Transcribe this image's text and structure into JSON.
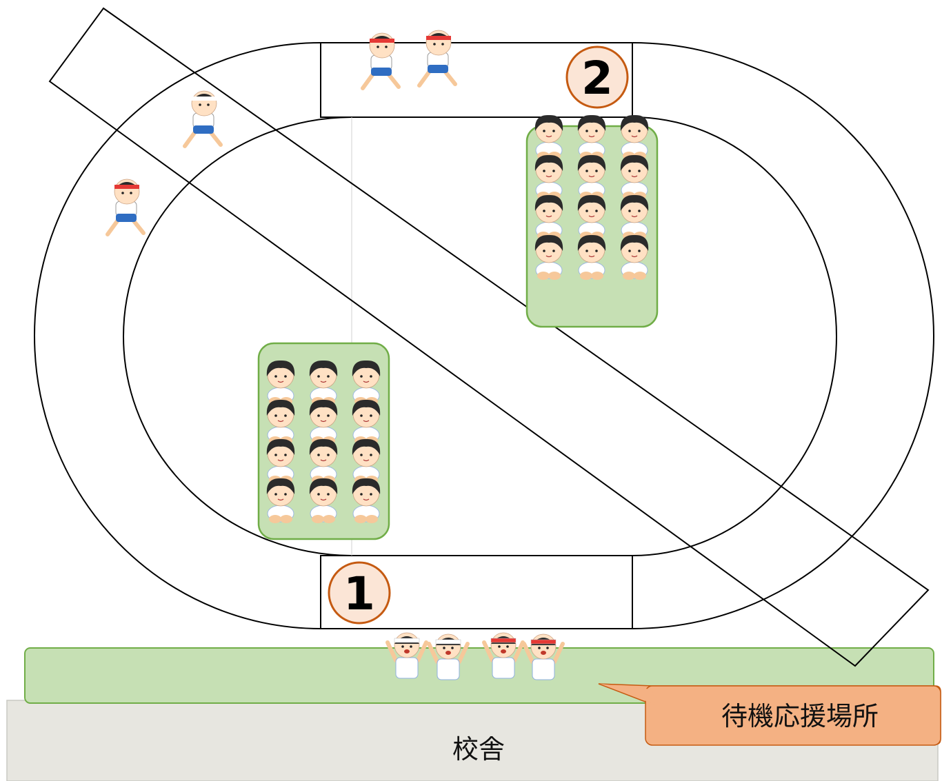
{
  "markers": {
    "one": "1",
    "two": "2"
  },
  "labels": {
    "waiting_area": "待機応援場所",
    "school_building": "校舎"
  },
  "colors": {
    "track_line": "#000000",
    "group_fill": "#c6e0b4",
    "group_border": "#70ad47",
    "marker_fill": "#fbe5d6",
    "marker_border": "#c55a11",
    "callout_fill": "#f4b183",
    "callout_border": "#c55a11",
    "building_fill": "#e7e6e0",
    "building_border": "#c9c8c2",
    "skin": "#ffe1c4",
    "hair": "#2b2b2b",
    "shirt": "#ffffff",
    "shorts": "#2f6dc2",
    "headband_red": "#e53935",
    "headband_white": "#ffffff"
  },
  "icons": {
    "seated_student": "seated-student-icon",
    "running_student": "running-student-icon",
    "cheering_student": "cheering-student-icon"
  }
}
